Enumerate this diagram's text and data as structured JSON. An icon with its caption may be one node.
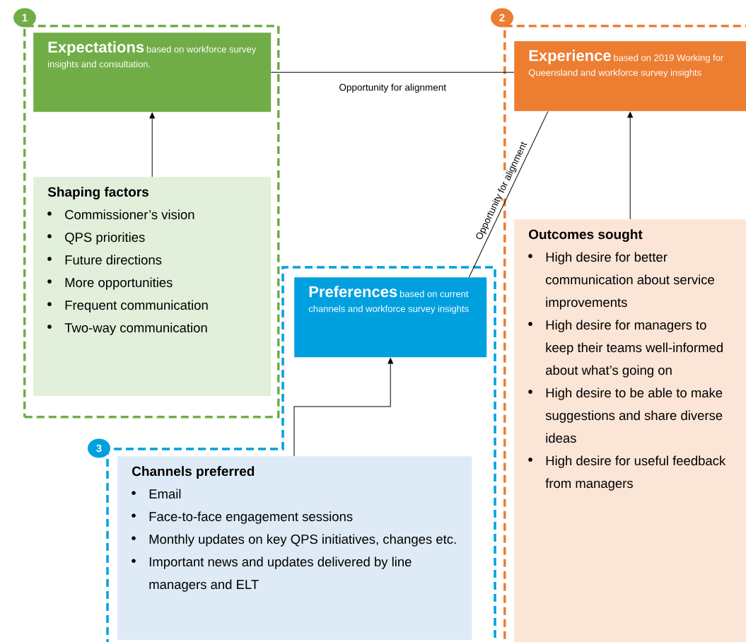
{
  "diagram": {
    "nodes": [
      {
        "text": [],
        "shape": "box"
      },
      {
        "text": [
          "1"
        ]
      },
      {
        "text": [
          "Expectations",
          "based on workforce survey insights and consultation."
        ],
        "in": 0
      },
      {
        "text": [
          "Shaping factors",
          "Commissioner’s vision",
          "QPS priorities",
          "Future directions",
          "More opportunities",
          "Frequent communication",
          "Two-way communication"
        ],
        "in": 0
      },
      {
        "text": [],
        "shape": "box"
      },
      {
        "text": [
          "2"
        ]
      },
      {
        "text": [
          "Experience",
          "based on 2019 Working for Queensland and workforce survey insights"
        ],
        "in": 4
      },
      {
        "text": [
          "Outcomes sought",
          "High desire for better communication about service improvements",
          "High desire for managers to keep their teams well-informed about what’s going on",
          "High desire to be able to make suggestions and share diverse ideas",
          "High desire for useful feedback from managers"
        ],
        "in": 4
      },
      {
        "text": [],
        "shape": "box"
      },
      {
        "text": [
          "3"
        ]
      },
      {
        "text": [
          "Preferences",
          "based on current channels and workforce survey insights"
        ],
        "in": 8
      },
      {
        "text": [
          "Channels preferred",
          "Email",
          "Face-to-face engagement sessions",
          "Monthly updates on key QPS initiatives, changes etc.",
          "Important news and updates delivered by line managers and ELT"
        ],
        "in": 8
      }
    ],
    "edges": [
      {
        "from": 3,
        "to": 2,
        "arrow": "to"
      },
      {
        "from": 7,
        "to": 6,
        "arrow": "to"
      },
      {
        "from": 11,
        "to": 10,
        "arrow": "to"
      },
      {
        "from": 2,
        "to": 6,
        "arrow": "none",
        "label": "Opportunity for alignment"
      },
      {
        "from": 10,
        "to": 6,
        "arrow": "none",
        "label": "Opportunity for alignment"
      }
    ]
  }
}
